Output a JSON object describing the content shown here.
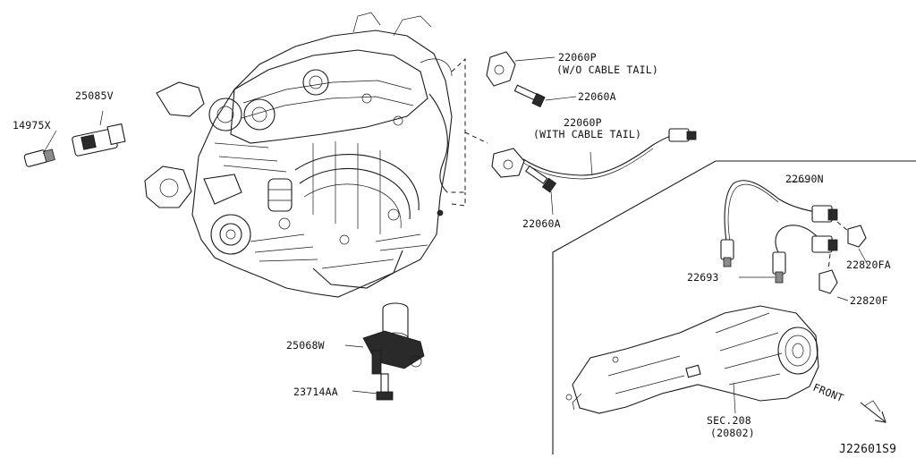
{
  "parts": {
    "p14975x": "14975X",
    "p25085v": "25085V",
    "p22060p_top": "22060P",
    "wo_cable_tail": "(W/O CABLE TAIL)",
    "p22060a_top": "22060A",
    "p22060p_mid": "22060P",
    "with_cable_tail": "(WITH CABLE TAIL)",
    "p22060a_bottom": "22060A",
    "p22690n": "22690N",
    "p22820fa": "22820FA",
    "p22693": "22693",
    "p22820f": "22820F",
    "p25068w": "25068W",
    "p23714aa": "23714AA",
    "sec": "SEC.208",
    "sec_sub": "(20802)",
    "front": "FRONT"
  },
  "diagram_id": "J22601S9"
}
